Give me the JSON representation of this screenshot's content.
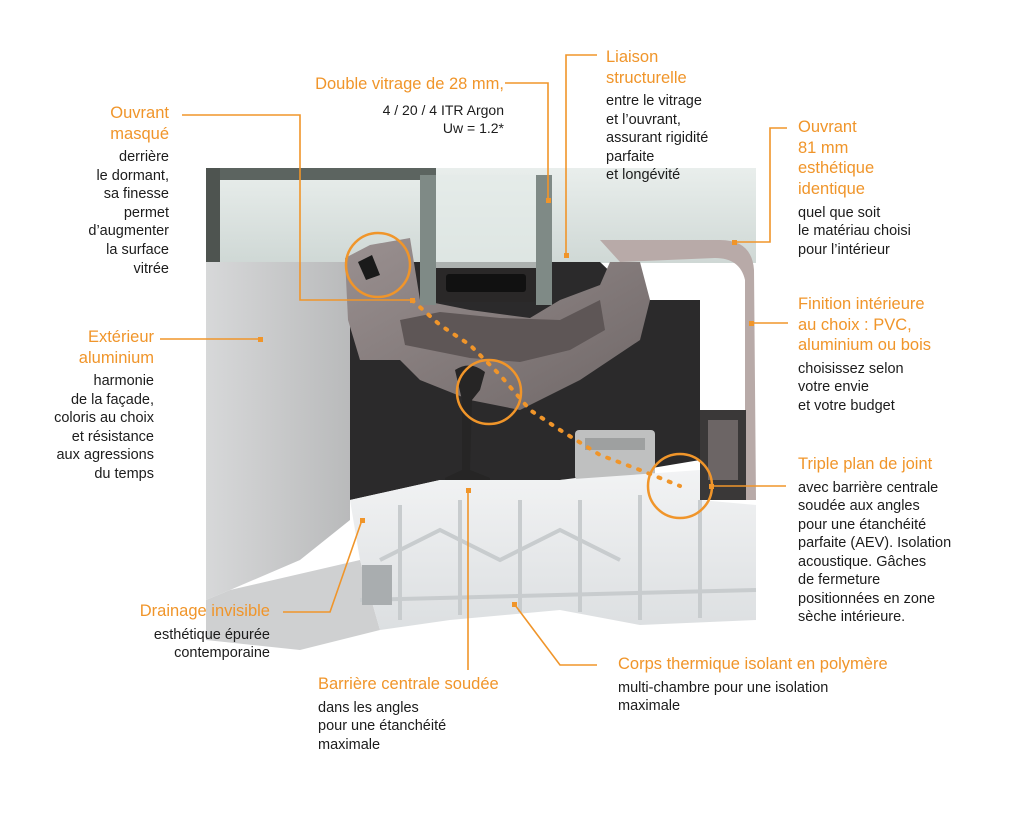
{
  "colors": {
    "accent": "#f0952a",
    "text": "#1c1c1c",
    "aluminium": "#c9cacb",
    "profile_dark": "#8a8180",
    "pvc": "#e9ebec"
  },
  "callouts": {
    "double_vitrage": {
      "title": "Double vitrage de 28 mm,",
      "body": [
        "4 / 20 / 4 ITR Argon",
        "Uw = 1.2*"
      ]
    },
    "liaison": {
      "title": [
        "Liaison",
        "structurelle"
      ],
      "body": [
        "entre le vitrage",
        "et l’ouvrant,",
        "assurant rigidité",
        "parfaite",
        "et longévité"
      ]
    },
    "ouvrant_masque": {
      "title": [
        "Ouvrant",
        "masqué"
      ],
      "body": [
        "derrière",
        "le dormant,",
        "sa finesse",
        "permet",
        "d’augmenter",
        "la surface",
        "vitrée"
      ]
    },
    "ouvrant_81": {
      "title": [
        "Ouvrant",
        "81 mm",
        "esthétique",
        "identique"
      ],
      "body": [
        "quel que soit",
        "le matériau choisi",
        "pour l’intérieur"
      ]
    },
    "finition": {
      "title": [
        "Finition intérieure",
        "au choix : PVC,",
        "aluminium ou bois"
      ],
      "body": [
        "choisissez selon",
        "votre envie",
        "et votre budget"
      ]
    },
    "exterieur": {
      "title": [
        "Extérieur",
        "aluminium"
      ],
      "body": [
        "harmonie",
        "de la façade,",
        "coloris au choix",
        "et résistance",
        "aux agressions",
        "du temps"
      ]
    },
    "triple_joint": {
      "title": "Triple plan de joint",
      "body": [
        "avec barrière centrale",
        "soudée aux angles",
        "pour une étanchéité",
        "parfaite (AEV). Isolation",
        "acoustique. Gâches",
        "de fermeture",
        "positionnées en zone",
        "sèche intérieure."
      ]
    },
    "drainage": {
      "title": "Drainage invisible",
      "body": [
        "esthétique épurée",
        "contemporaine"
      ]
    },
    "barriere": {
      "title": "Barrière centrale soudée",
      "body": [
        "dans les angles",
        "pour une étanchéité",
        "maximale"
      ]
    },
    "corps": {
      "title": "Corps thermique isolant en polymère",
      "body": [
        "multi-chambre pour une isolation",
        "maximale"
      ]
    }
  }
}
